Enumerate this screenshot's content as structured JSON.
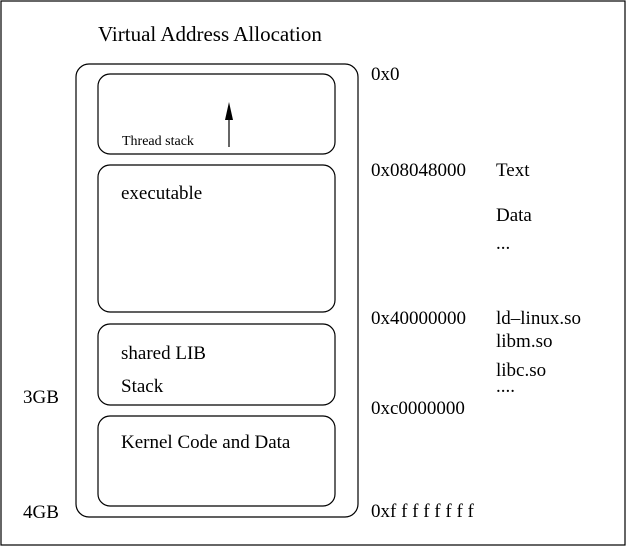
{
  "title": "Virtual Address Allocation",
  "regions": [
    {
      "label": "Thread stack"
    },
    {
      "label": "executable"
    },
    {
      "label_1": "shared LIB",
      "label_2": "Stack"
    },
    {
      "label": "Kernel Code and Data"
    }
  ],
  "addresses": [
    "0x0",
    "0x08048000",
    "0x40000000",
    "0xc0000000",
    "0xf f f f f f f f"
  ],
  "sizes": [
    "3GB",
    "4GB"
  ],
  "annotations": {
    "text": "Text",
    "data": "Data",
    "ellipsis_1": "...",
    "libs": [
      "ld–linux.so",
      "libm.so",
      "libc.so"
    ],
    "ellipsis_2": "...."
  },
  "colors": {
    "stroke": "#000000",
    "background": "#ffffff"
  }
}
